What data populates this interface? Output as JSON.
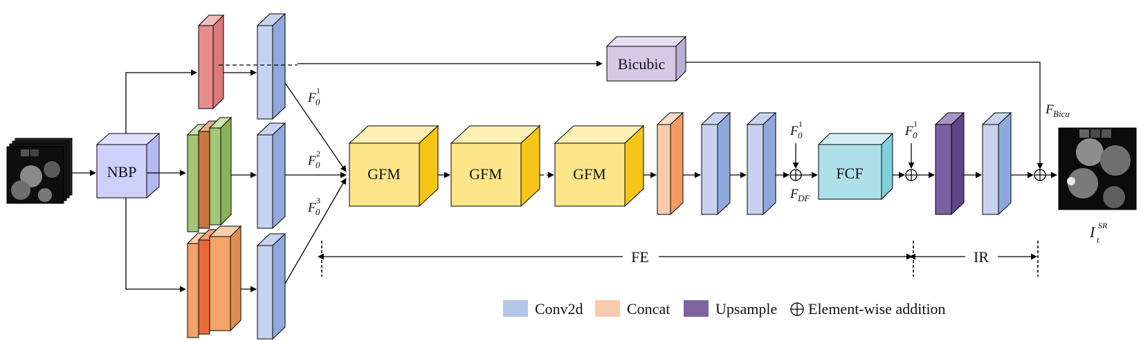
{
  "modules": {
    "nbp": "NBP",
    "bicubic": "Bicubic",
    "gfm_1": "GFM",
    "gfm_2": "GFM",
    "gfm_3": "GFM",
    "fcf": "FCF"
  },
  "features": {
    "f0_1": {
      "base": "F",
      "sub": "0",
      "sup": "1"
    },
    "f0_2": {
      "base": "F",
      "sub": "0",
      "sup": "2"
    },
    "f0_3": {
      "base": "F",
      "sub": "0",
      "sup": "3"
    },
    "f0_1_fcf": {
      "base": "F",
      "sub": "0",
      "sup": "1"
    },
    "f0_1_up": {
      "base": "F",
      "sub": "0",
      "sup": "1"
    },
    "f_df": {
      "base": "F",
      "sub": "DF"
    },
    "f_bicu": {
      "base": "F",
      "sub": "Bicu"
    },
    "output": {
      "base": "I",
      "sub": "t",
      "sup": "SR"
    }
  },
  "stages": {
    "fe": "FE",
    "ir": "IR"
  },
  "legend": {
    "conv2d": "Conv2d",
    "concat": "Concat",
    "upsample": "Upsample",
    "addition": "Element-wise addition"
  },
  "colors": {
    "conv": "#8fa9dc",
    "conv_light": "#c7d3ee",
    "red": "#e88c8c",
    "green": "#a3c577",
    "orange": "#f2a46a",
    "orange_red": "#e86a3a",
    "concat": "#f7b58a",
    "gfm": "#fde68a",
    "gfm_side": "#f5c518",
    "nbp": "#cdd0fb",
    "bicubic": "#d7c9e6",
    "fcf": "#aee0ea",
    "upsample": "#7a62a2",
    "legend_conv": "#b4c6e7",
    "legend_concat": "#f8cbad",
    "legend_upsample": "#8064a2"
  }
}
